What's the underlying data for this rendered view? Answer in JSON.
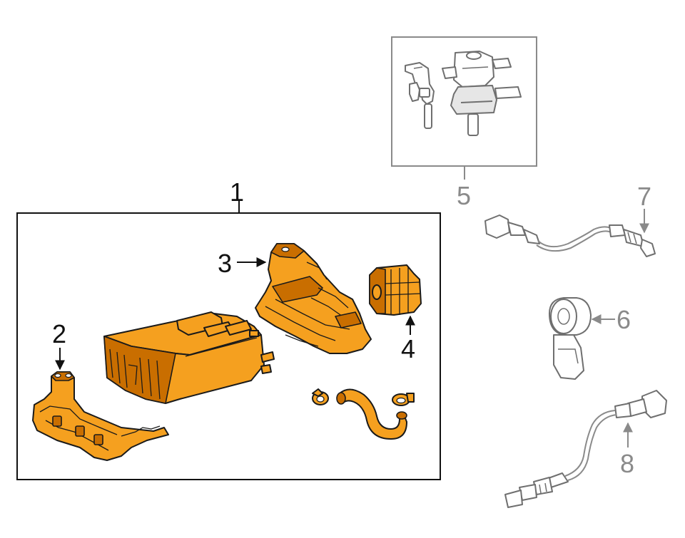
{
  "callouts": {
    "c1": "1",
    "c2": "2",
    "c3": "3",
    "c4": "4",
    "c5": "5",
    "c6": "6",
    "c7": "7",
    "c8": "8"
  },
  "colors": {
    "highlight_part": "#f5a01f",
    "highlight_shadow": "#c96e00",
    "outline_dark": "#1a1a1a",
    "outline_gray": "#6f6f6f",
    "callout_gray": "#8a8a8a"
  },
  "icons": {
    "arrow": "arrow-head-icon"
  }
}
